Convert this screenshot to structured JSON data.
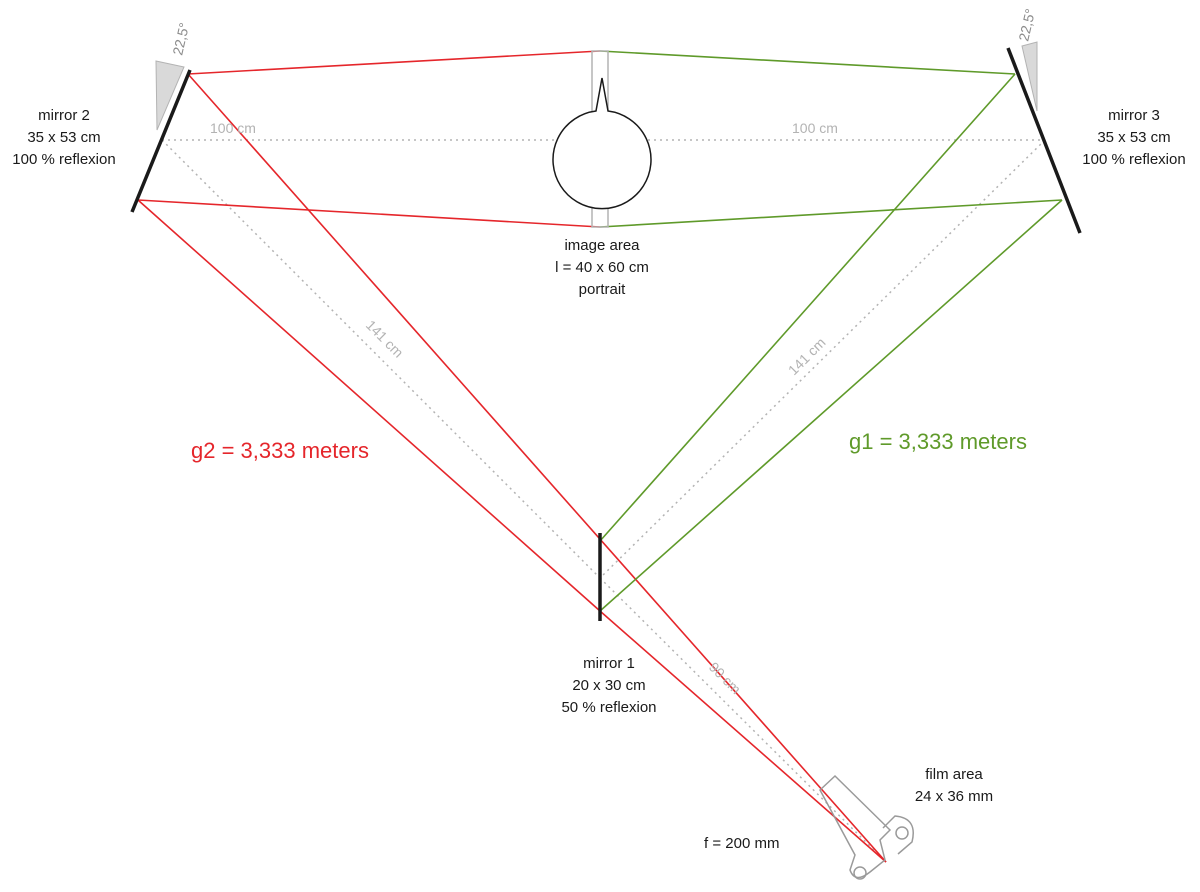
{
  "colors": {
    "red": "#e5262b",
    "green": "#5f9a2a",
    "dim": "#b3b3b3",
    "mirror": "#1a1a1a",
    "gray_fill": "#d9d9d9",
    "outline": "#9a9a9a"
  },
  "labels": {
    "mirror2": [
      "mirror 2",
      "35 x 53 cm",
      "100 % reflexion"
    ],
    "mirror3": [
      "mirror 3",
      "35 x 53 cm",
      "100 % reflexion"
    ],
    "mirror1": [
      "mirror 1",
      "20 x 30 cm",
      "50 % reflexion"
    ],
    "image_area": [
      "image area",
      "l = 40 x 60 cm",
      "portrait"
    ],
    "film_area": [
      "film area",
      "24 x 36 mm"
    ],
    "focal": "f = 200 mm",
    "g2": "g2 = 3,333 meters",
    "g1": "g1 = 3,333 meters"
  },
  "dimensions": {
    "dist_left": "100 cm",
    "dist_right": "100 cm",
    "diag_left": "141 cm",
    "diag_right": "141 cm",
    "to_film": "90 cm"
  },
  "angles": {
    "left": "22,5°",
    "right": "22,5°"
  }
}
